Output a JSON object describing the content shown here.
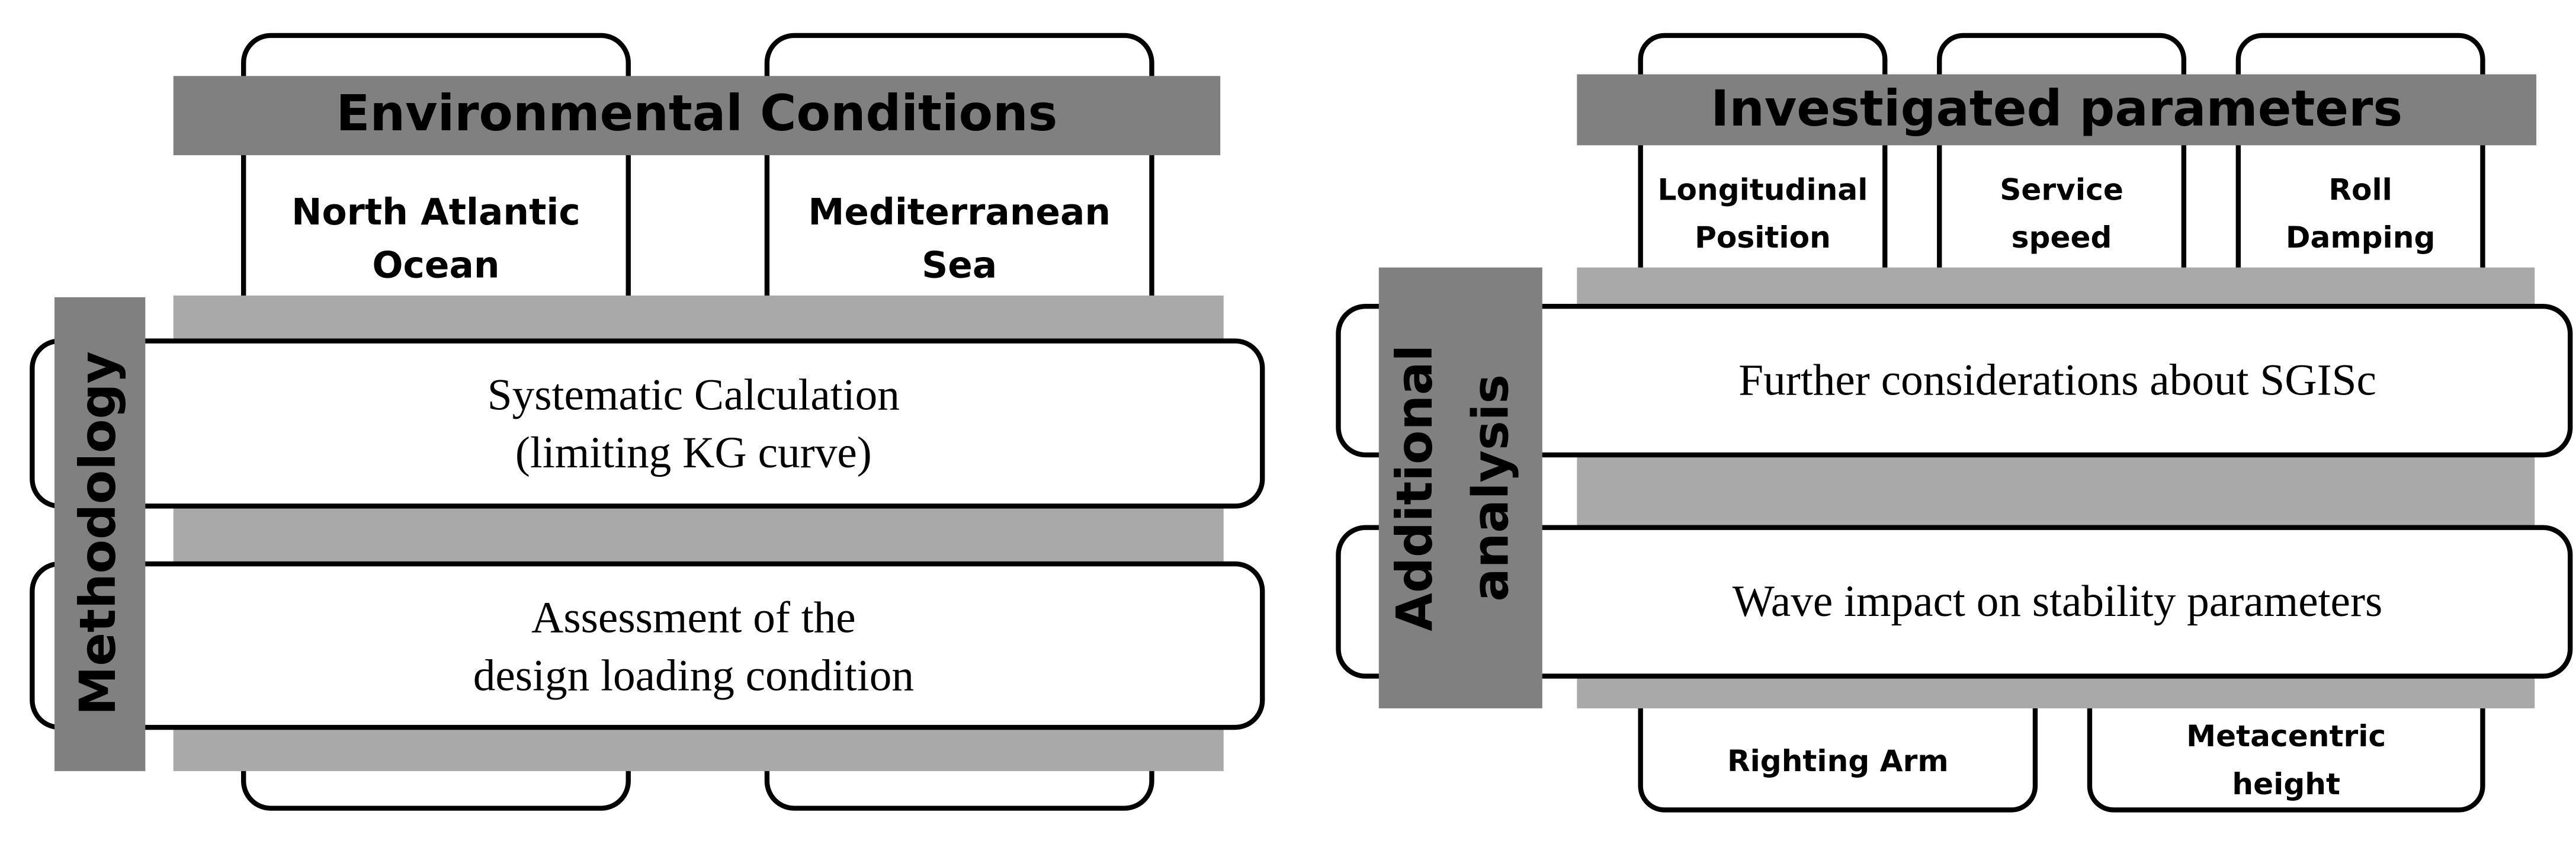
{
  "left_panel": {
    "header": "Environmental Conditions",
    "columns": [
      {
        "line1": "North Atlantic",
        "line2": "Ocean"
      },
      {
        "line1": "Mediterranean",
        "line2": "Sea"
      }
    ],
    "side_label": "Methodology",
    "rows": [
      {
        "line1": "Systematic Calculation",
        "line2": "(limiting KG curve)"
      },
      {
        "line1": "Assessment of the",
        "line2": "design loading condition"
      }
    ]
  },
  "right_panel": {
    "header": "Investigated parameters",
    "top_columns": [
      {
        "line1": "Longitudinal",
        "line2": "Position"
      },
      {
        "line1": "Service",
        "line2": "speed"
      },
      {
        "line1": "Roll",
        "line2": "Damping"
      }
    ],
    "side_label": {
      "line1": "Additional",
      "line2": "analysis"
    },
    "rows": [
      {
        "text": "Further considerations about SGISc"
      },
      {
        "text": "Wave impact on stability parameters"
      }
    ],
    "bottom_columns": [
      {
        "line1": "Righting Arm",
        "line2": ""
      },
      {
        "line1": "Metacentric",
        "line2": "height"
      }
    ]
  },
  "colors": {
    "header_bar": "#808080",
    "shade": "#a9a9a9",
    "box_fill": "#ffffff",
    "stroke": "#000000"
  }
}
